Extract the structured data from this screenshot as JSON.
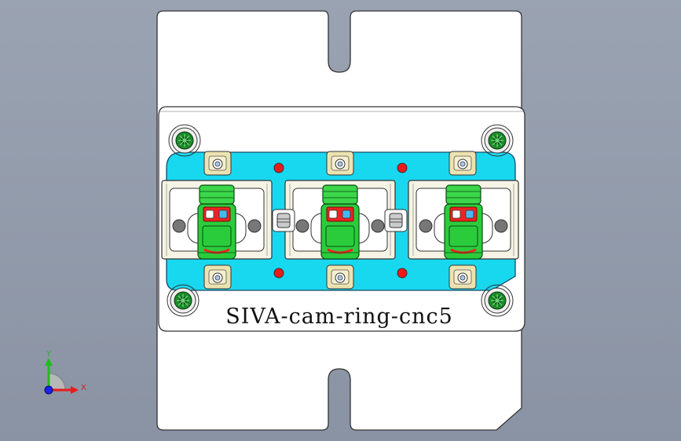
{
  "part": {
    "engraved_text": "SIVA-cam-ring-cnc5",
    "body_color": "#ffffff",
    "pocket_color": "#18d8f0",
    "clamp_color": "#22cc33",
    "clamp_dark_color": "#118822",
    "marker_color": "#ee1a1a",
    "fastener_color": "#e8dca8"
  },
  "triad": {
    "x_label": "X",
    "y_label": "Y",
    "x_color": "#e81a1a",
    "y_color": "#22bb22",
    "z_color": "#1a22e8"
  }
}
